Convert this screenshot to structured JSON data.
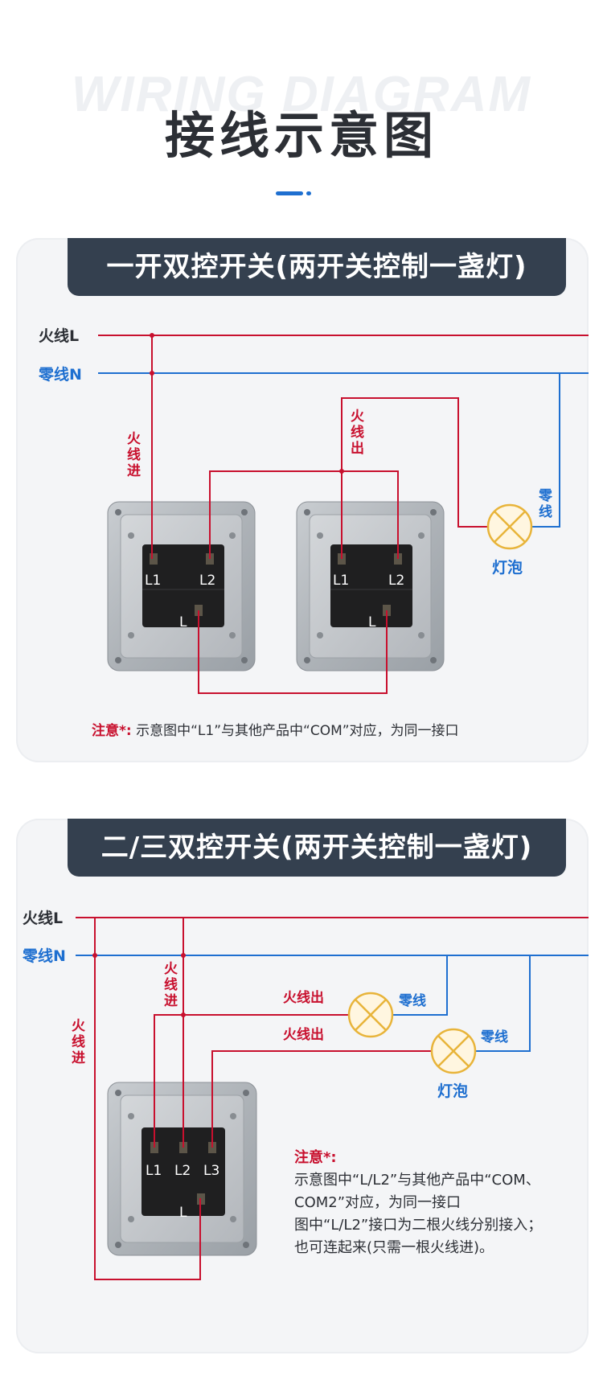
{
  "header": {
    "watermark": "WIRING DIAGRAM",
    "title": "接线示意图"
  },
  "colors": {
    "live": "#c8102e",
    "neutral": "#1e6fd0",
    "card_title_bg": "#34404f",
    "lamp": "#e8b43a"
  },
  "section1": {
    "title": "一开双控开关(两开关控制一盏灯)",
    "line_live": "火线L",
    "line_neutral": "零线N",
    "live_in": "火线进",
    "live_out": "火线出",
    "neutral_label": "零线",
    "bulb_label": "灯泡",
    "switch_a": {
      "t1": "L1",
      "t2": "L2",
      "t3": "L"
    },
    "switch_b": {
      "t1": "L1",
      "t2": "L2",
      "t3": "L"
    },
    "note_prefix": "注意*:",
    "note_text": "示意图中“L1”与其他产品中“COM”对应，为同一接口"
  },
  "section2": {
    "title": "二/三双控开关(两开关控制一盏灯)",
    "line_live": "火线L",
    "line_neutral": "零线N",
    "live_in_a": "火线进",
    "live_in_b": "火线进",
    "live_out_a": "火线出",
    "live_out_b": "火线出",
    "neutral_a": "零线",
    "neutral_b": "零线",
    "bulb_label": "灯泡",
    "switch": {
      "t1": "L1",
      "t2": "L2",
      "t3": "L3",
      "t4": "L"
    },
    "note_prefix": "注意*:",
    "note_lines": [
      "示意图中“L/L2”与其他产品中“COM、",
      "COM2”对应，为同一接口",
      "图中“L/L2”接口为二根火线分别接入；",
      "也可连起来(只需一根火线进)。"
    ]
  }
}
